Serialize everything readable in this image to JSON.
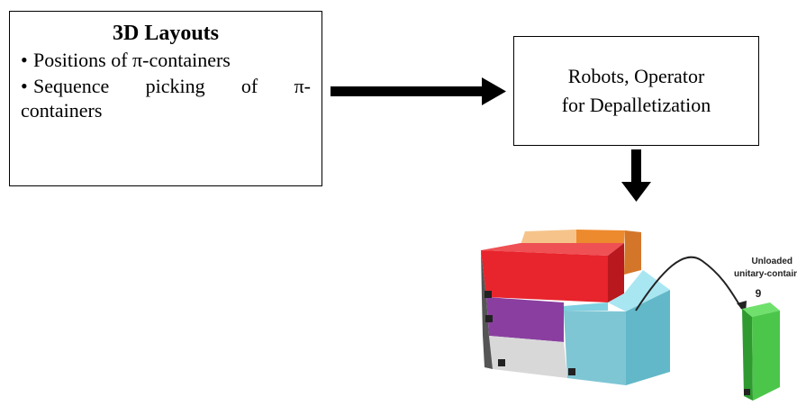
{
  "layout_box": {
    "title": "3D Layouts",
    "bullets": [
      {
        "lines": [
          "Positions of π-containers"
        ]
      },
      {
        "lines": [
          "Sequence picking of π-",
          "containers"
        ]
      }
    ],
    "bullet_glyph": "•"
  },
  "robots_box": {
    "line1": "Robots, Operator",
    "line2": "for Depalletization"
  },
  "illustration": {
    "unloaded_line1": "Unloaded",
    "unloaded_line2": "unitary-containe",
    "number": "9"
  },
  "colors": {
    "red": "#e8242c",
    "orange": "#ee8a2e",
    "light_orange": "#f6c48a",
    "purple": "#8a3fa0",
    "light_gray": "#d8d8d8",
    "cyan_face": "#7fd0e0",
    "cyan_top": "#a8e6f2",
    "green": "#4cc64a",
    "dark_green": "#2e9a30"
  }
}
